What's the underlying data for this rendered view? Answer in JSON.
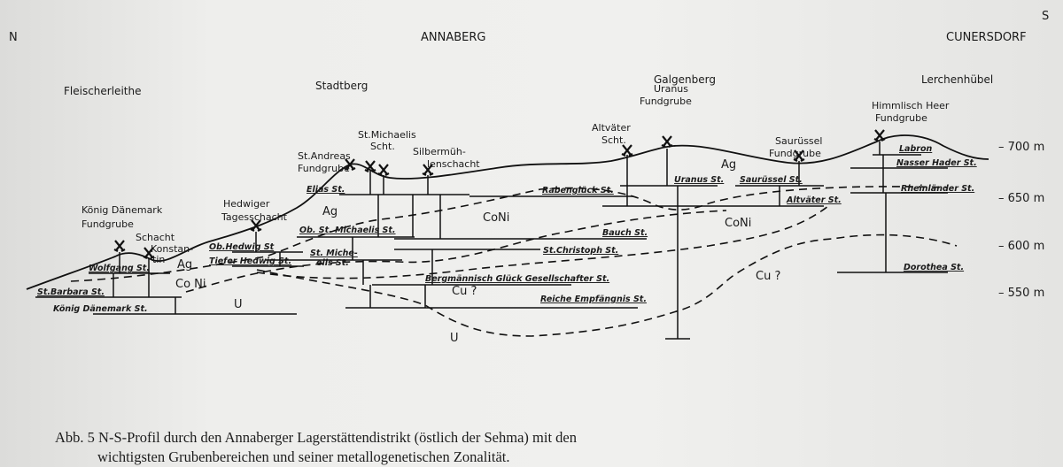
{
  "directions": {
    "north": "N",
    "south": "S"
  },
  "towns": [
    "ANNABERG",
    "CUNERSDORF"
  ],
  "hills": [
    "Fleischerleithe",
    "Stadtberg",
    "Galgenberg",
    "Lerchenhübel"
  ],
  "mines": [
    "König Dänemark",
    "Fundgrube",
    "Schacht",
    "Konstan-",
    "tin",
    "Hedwiger",
    "Tagesschacht",
    "St.Andreas",
    "Fundgrube",
    "St.Michaelis",
    "Scht.",
    "Silbermüh-",
    "lenschacht",
    "Altväter",
    "Scht.",
    "Uranus",
    "Fundgrube",
    "Saurüssel",
    "Fundgrube",
    "Himmlisch Heer",
    "Fundgrube"
  ],
  "galleries": [
    "Wolfgang St.",
    "St.Barbara St.",
    "König Dänemark St.",
    "Ob.Hedwig St",
    "Tiefer Hedwig St.",
    "Elias St.",
    "Ob. St. Michaelis St.",
    "St. Miche-",
    "elis St.",
    "Rabenglück St.",
    "Bauch St.",
    "St.Christoph St.",
    "Bergmännisch Glück Gesellschafter St.",
    "Reiche Empfängnis St.",
    "Uranus St.",
    "Saurüssel St.",
    "Altväter St.",
    "Labron",
    "Nasser Hader St.",
    "Rheinländer St.",
    "Dorothea St."
  ],
  "zones": [
    "Ag",
    "Co Ni",
    "U",
    "Ag",
    "CoNi",
    "Cu ?",
    "U",
    "Ag",
    "CoNi",
    "Cu ?"
  ],
  "elevation_scale": [
    "– 700 m",
    "– 650 m",
    "– 600 m",
    "– 550 m"
  ],
  "caption": {
    "line1": "Abb. 5  N-S-Profil durch den Annaberger Lagerstättendistrikt (östlich der Sehma) mit den",
    "line2": "wichtigsten Grubenbereichen und seiner metallogenetischen Zonalität."
  }
}
